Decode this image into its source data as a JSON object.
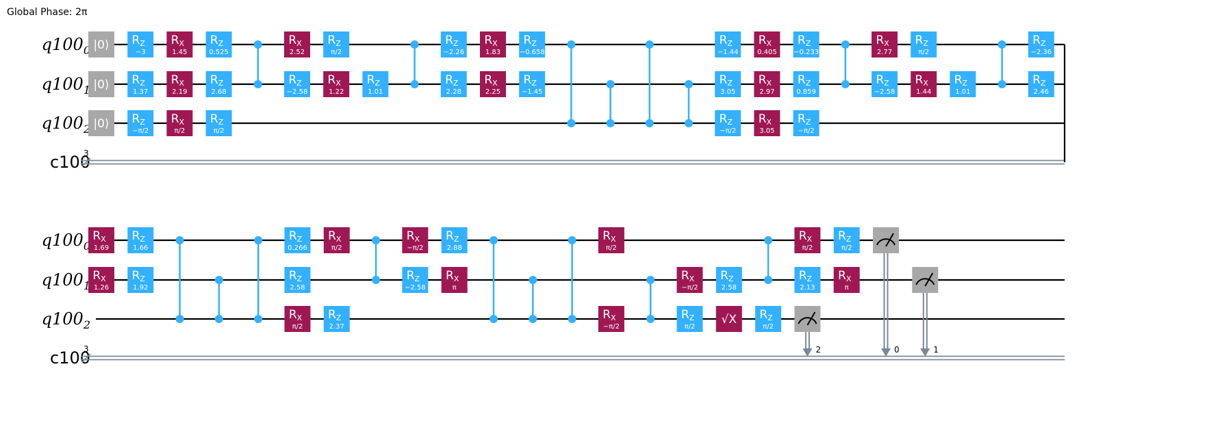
{
  "global_phase": "Global Phase: 2π",
  "qreg": {
    "name": "q100",
    "indices": [
      "0",
      "1",
      "2"
    ]
  },
  "creg": {
    "name": "c100",
    "size": "3"
  },
  "colors": {
    "rz": "#33b1ff",
    "rx": "#9f1853",
    "reset": "#a8a8a8",
    "measure": "#a8a8a8",
    "control": "#33b1ff",
    "classical": "#778899",
    "wire": "#000000"
  },
  "row1": [
    {
      "t": "reset",
      "q": 0,
      "c": 0,
      "label": "|0⟩"
    },
    {
      "t": "reset",
      "q": 1,
      "c": 0,
      "label": "|0⟩"
    },
    {
      "t": "reset",
      "q": 2,
      "c": 0,
      "label": "|0⟩"
    },
    {
      "t": "rz",
      "q": 0,
      "c": 1,
      "p": "−3"
    },
    {
      "t": "rz",
      "q": 1,
      "c": 1,
      "p": "1.37"
    },
    {
      "t": "rz",
      "q": 2,
      "c": 1,
      "p": "−π/2"
    },
    {
      "t": "rx",
      "q": 0,
      "c": 2,
      "p": "1.45"
    },
    {
      "t": "rx",
      "q": 1,
      "c": 2,
      "p": "2.19"
    },
    {
      "t": "rx",
      "q": 2,
      "c": 2,
      "p": "π/2"
    },
    {
      "t": "rz",
      "q": 0,
      "c": 3,
      "p": "0.525"
    },
    {
      "t": "rz",
      "q": 1,
      "c": 3,
      "p": "2.68"
    },
    {
      "t": "rz",
      "q": 2,
      "c": 3,
      "p": "π/2"
    },
    {
      "t": "cz",
      "a": 0,
      "b": 1,
      "c": 4
    },
    {
      "t": "rx",
      "q": 0,
      "c": 5,
      "p": "2.52"
    },
    {
      "t": "rz",
      "q": 1,
      "c": 5,
      "p": "−2.58"
    },
    {
      "t": "rz",
      "q": 0,
      "c": 6,
      "p": "π/2"
    },
    {
      "t": "rx",
      "q": 1,
      "c": 6,
      "p": "1.22"
    },
    {
      "t": "rz",
      "q": 1,
      "c": 7,
      "p": "1.01"
    },
    {
      "t": "cz",
      "a": 0,
      "b": 1,
      "c": 8
    },
    {
      "t": "rz",
      "q": 0,
      "c": 9,
      "p": "−2.26"
    },
    {
      "t": "rz",
      "q": 1,
      "c": 9,
      "p": "2.28"
    },
    {
      "t": "rx",
      "q": 0,
      "c": 10,
      "p": "1.83"
    },
    {
      "t": "rx",
      "q": 1,
      "c": 10,
      "p": "2.25"
    },
    {
      "t": "rz",
      "q": 0,
      "c": 11,
      "p": "−0.658"
    },
    {
      "t": "rz",
      "q": 1,
      "c": 11,
      "p": "−1.45"
    },
    {
      "t": "cz",
      "a": 0,
      "b": 2,
      "c": 12
    },
    {
      "t": "cz",
      "a": 1,
      "b": 2,
      "c": 13
    },
    {
      "t": "cz",
      "a": 0,
      "b": 2,
      "c": 14
    },
    {
      "t": "cz",
      "a": 1,
      "b": 2,
      "c": 15
    },
    {
      "t": "rz",
      "q": 0,
      "c": 16,
      "p": "−1.44"
    },
    {
      "t": "rz",
      "q": 2,
      "c": 16,
      "p": "−π/2"
    },
    {
      "t": "rx",
      "q": 0,
      "c": 17,
      "p": "0.405"
    },
    {
      "t": "rx",
      "q": 2,
      "c": 17,
      "p": "3.05"
    },
    {
      "t": "rz",
      "q": 0,
      "c": 18,
      "p": "−0.233"
    },
    {
      "t": "rz",
      "q": 2,
      "c": 18,
      "p": "−π/2"
    },
    {
      "t": "rz",
      "q": 1,
      "c": 16,
      "p": "3.05"
    },
    {
      "t": "rx",
      "q": 1,
      "c": 17,
      "p": "2.97"
    },
    {
      "t": "rz",
      "q": 1,
      "c": 18,
      "p": "0.859"
    },
    {
      "t": "cz",
      "a": 0,
      "b": 1,
      "c": 19
    },
    {
      "t": "rx",
      "q": 0,
      "c": 20,
      "p": "2.77"
    },
    {
      "t": "rz",
      "q": 1,
      "c": 20,
      "p": "−2.58"
    },
    {
      "t": "rz",
      "q": 0,
      "c": 21,
      "p": "π/2"
    },
    {
      "t": "rx",
      "q": 1,
      "c": 21,
      "p": "1.44"
    },
    {
      "t": "rz",
      "q": 1,
      "c": 22,
      "p": "1.01"
    },
    {
      "t": "cz",
      "a": 0,
      "b": 1,
      "c": 23
    },
    {
      "t": "rz",
      "q": 0,
      "c": 24,
      "p": "−2.36"
    },
    {
      "t": "rz",
      "q": 1,
      "c": 24,
      "p": "2.46"
    }
  ],
  "row2": [
    {
      "t": "rx",
      "q": 0,
      "c": 0,
      "p": "1.69"
    },
    {
      "t": "rx",
      "q": 1,
      "c": 0,
      "p": "1.26"
    },
    {
      "t": "rz",
      "q": 0,
      "c": 1,
      "p": "1.66"
    },
    {
      "t": "rz",
      "q": 1,
      "c": 1,
      "p": "1.92"
    },
    {
      "t": "cz",
      "a": 0,
      "b": 2,
      "c": 2
    },
    {
      "t": "cz",
      "a": 1,
      "b": 2,
      "c": 3
    },
    {
      "t": "cz",
      "a": 0,
      "b": 2,
      "c": 4
    },
    {
      "t": "rz",
      "q": 0,
      "c": 5,
      "p": "0.266"
    },
    {
      "t": "rz",
      "q": 1,
      "c": 5,
      "p": "2.58"
    },
    {
      "t": "rx",
      "q": 2,
      "c": 5,
      "p": "π/2"
    },
    {
      "t": "rx",
      "q": 0,
      "c": 6,
      "p": "π/2"
    },
    {
      "t": "rz",
      "q": 2,
      "c": 6,
      "p": "2.37"
    },
    {
      "t": "cz",
      "a": 0,
      "b": 1,
      "c": 7
    },
    {
      "t": "rx",
      "q": 0,
      "c": 8,
      "p": "−π/2"
    },
    {
      "t": "rz",
      "q": 1,
      "c": 8,
      "p": "−2.58"
    },
    {
      "t": "rz",
      "q": 0,
      "c": 9,
      "p": "2.88"
    },
    {
      "t": "rx",
      "q": 1,
      "c": 9,
      "p": "π"
    },
    {
      "t": "cz",
      "a": 0,
      "b": 2,
      "c": 10
    },
    {
      "t": "cz",
      "a": 1,
      "b": 2,
      "c": 11
    },
    {
      "t": "cz",
      "a": 0,
      "b": 2,
      "c": 12
    },
    {
      "t": "rx",
      "q": 0,
      "c": 13,
      "p": "π/2"
    },
    {
      "t": "rx",
      "q": 2,
      "c": 13,
      "p": "−π/2"
    },
    {
      "t": "cz",
      "a": 1,
      "b": 2,
      "c": 14
    },
    {
      "t": "rx",
      "q": 1,
      "c": 15,
      "p": "−π/2"
    },
    {
      "t": "rz",
      "q": 2,
      "c": 15,
      "p": "π/2"
    },
    {
      "t": "rz",
      "q": 1,
      "c": 16,
      "p": "2.58"
    },
    {
      "t": "sx",
      "q": 2,
      "c": 16,
      "label": "√X"
    },
    {
      "t": "cz",
      "a": 0,
      "b": 1,
      "c": 17
    },
    {
      "t": "rz",
      "q": 2,
      "c": 17,
      "p": "π/2"
    },
    {
      "t": "rx",
      "q": 0,
      "c": 18,
      "p": "π/2"
    },
    {
      "t": "rz",
      "q": 1,
      "c": 18,
      "p": "2.13"
    },
    {
      "t": "measure",
      "q": 2,
      "c": 18,
      "bit": "2"
    },
    {
      "t": "rz",
      "q": 0,
      "c": 19,
      "p": "π/2"
    },
    {
      "t": "rx",
      "q": 1,
      "c": 19,
      "p": "π"
    },
    {
      "t": "measure",
      "q": 0,
      "c": 20,
      "bit": "0"
    },
    {
      "t": "measure",
      "q": 1,
      "c": 21,
      "bit": "1"
    }
  ]
}
